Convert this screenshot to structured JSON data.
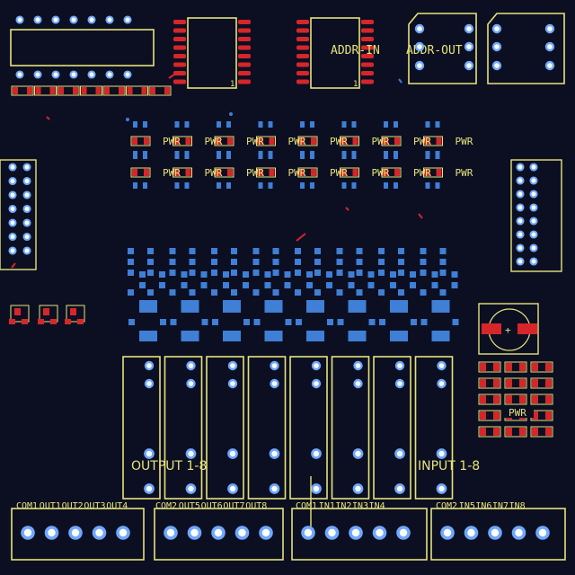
{
  "colors": {
    "board": "#0c0f22",
    "silk": "#e6e37a",
    "pad_red": "#d6262a",
    "pad_blue": "#3f7fd6",
    "via": "#ffffff",
    "via_ring": "#6fa8ff"
  },
  "headers": {
    "addr_in": "ADDR-IN",
    "addr_out": "ADDR-OUT"
  },
  "pwr_label": "PWR",
  "group_labels": {
    "output": "OUTPUT 1-8",
    "input": "INPUT 1-8"
  },
  "ic_pin1_marker": "1",
  "cap_polarity": "+",
  "connector_labels": [
    [
      "COM1",
      "OUT1",
      "OUT2",
      "OUT3",
      "OUT4"
    ],
    [
      "COM2",
      "OUT5",
      "OUT6",
      "OUT7",
      "OUT8"
    ],
    [
      "COM1",
      "IN1",
      "IN2",
      "IN3",
      "IN4"
    ],
    [
      "COM2",
      "IN5",
      "IN6",
      "IN7",
      "IN8"
    ]
  ]
}
